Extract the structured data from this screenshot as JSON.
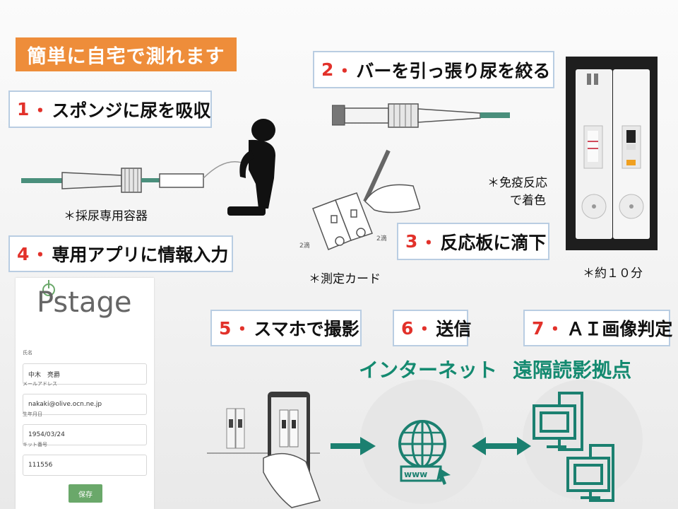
{
  "title": "簡単に自宅で測れます",
  "steps": [
    {
      "num": "1",
      "sep": "・",
      "text": "スポンジに尿を吸収"
    },
    {
      "num": "2",
      "sep": "・",
      "text": "バーを引っ張り尿を絞る"
    },
    {
      "num": "3",
      "sep": "・",
      "text": "反応板に滴下"
    },
    {
      "num": "4",
      "sep": "・",
      "text": "専用アプリに情報入力"
    },
    {
      "num": "5",
      "sep": "・",
      "text": "スマホで撮影"
    },
    {
      "num": "6",
      "sep": "・",
      "text": "送信"
    },
    {
      "num": "7",
      "sep": "・",
      "text": "ＡＩ画像判定"
    }
  ],
  "notes": {
    "container": "＊採尿専用容器",
    "card": "＊測定カード",
    "immuno_line1": "＊免疫反応",
    "immuno_line2": "で着色",
    "time": "＊約１０分",
    "drop_left": "2滴",
    "drop_right": "2滴"
  },
  "labels": {
    "internet": "インターネット",
    "remote": "遠隔読影拠点",
    "www": "www"
  },
  "app": {
    "logo": "Pstage",
    "fields": [
      {
        "label": "氏名",
        "value": "中木　亮爵"
      },
      {
        "label": "メールアドレス",
        "value": "nakaki@olive.ocn.ne.jp"
      },
      {
        "label": "生年月日",
        "value": "1954/03/24"
      },
      {
        "label": "キット番号",
        "value": "111556"
      }
    ],
    "save": "保存"
  },
  "colors": {
    "banner": "#ee8d3a",
    "step_number": "#e2312a",
    "step_border": "#b9cde2",
    "teal": "#148a70"
  }
}
